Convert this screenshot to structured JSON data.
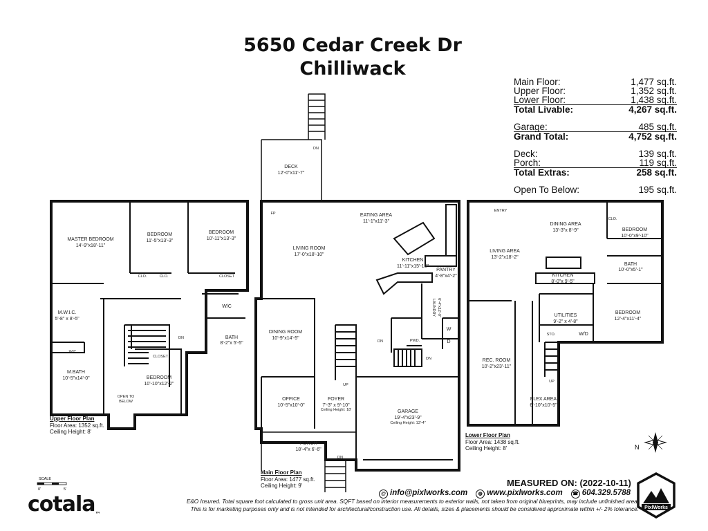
{
  "header": {
    "address": "5650 Cedar Creek Dr",
    "city": "Chilliwack"
  },
  "areas": [
    {
      "label": "Main Floor:",
      "value": "1,477 sq.ft.",
      "total": false
    },
    {
      "label": "Upper Floor:",
      "value": "1,352 sq.ft.",
      "total": false
    },
    {
      "label": "Lower Floor:",
      "value": "1,438 sq.ft.",
      "total": false
    },
    {
      "label": "Total Livable:",
      "value": "4,267 sq.ft.",
      "total": true
    },
    {
      "gap": true
    },
    {
      "label": "Garage:",
      "value": "485 sq.ft.",
      "total": false
    },
    {
      "label": "Grand Total:",
      "value": "4,752 sq.ft.",
      "total": true
    },
    {
      "gap": true
    },
    {
      "label": "Deck:",
      "value": "139 sq.ft.",
      "total": false
    },
    {
      "label": "Porch:",
      "value": "119 sq.ft.",
      "total": false
    },
    {
      "label": "Total Extras:",
      "value": "258 sq.ft.",
      "total": true
    },
    {
      "gap": true
    },
    {
      "label": "Open To Below:",
      "value": "195 sq.ft.",
      "total": false
    }
  ],
  "upper": {
    "rooms": {
      "master": [
        "MASTER BEDROOM",
        "14'-9\"x18'-11\""
      ],
      "bed1": [
        "BEDROOM",
        "11'-5\"x13'-3\""
      ],
      "bed2": [
        "BEDROOM",
        "10'-11\"x13'-3\""
      ],
      "bed3": [
        "BEDROOM",
        "10'-10\"x12'-2\""
      ],
      "wic": [
        "M.W.I.C.",
        "5'-8\" x 8'-5\""
      ],
      "mbath": [
        "M.BATH",
        "10'-5\"x14'-0\""
      ],
      "bath": [
        "BATH",
        "8'-2\"x 5'-5\""
      ],
      "open": [
        "OPEN TO",
        "BELOW"
      ]
    },
    "labels": {
      "clo1": "CLO.",
      "clo2": "CLO.",
      "closet1": "CLOSET",
      "closet2": "CLOSET",
      "wc1": "W/C",
      "wc2": "W/C",
      "dn": "DN"
    },
    "caption": [
      "Upper Floor Plan",
      "Floor Area: 1352 sq.ft.",
      "Ceiling Height: 8'"
    ]
  },
  "main": {
    "rooms": {
      "deck": [
        "DECK",
        "12'-0\"x11'-7\""
      ],
      "eating": [
        "EATING AREA",
        "11'-1\"x11'-3\""
      ],
      "living": [
        "LIVING ROOM",
        "17'-0\"x18'-10\""
      ],
      "kitchen": [
        "KITCHEN",
        "11'-11\"x15'-10\""
      ],
      "pantry": [
        "PANTRY",
        "4'-8\"x4'-2\""
      ],
      "laundry": [
        "LAUNDRY",
        "6'-4\"x12'-0\""
      ],
      "dining": [
        "DINING ROOM",
        "10'-9\"x14'-5\""
      ],
      "office": [
        "OFFICE",
        "10'-5\"x10'-0\""
      ],
      "foyer": [
        "FOYER",
        "7'-3\" x 9'-10\"",
        "Ceiling Height: 18'"
      ],
      "garage": [
        "GARAGE",
        "19'-4\"x23'-9\"",
        "Ceiling Height: 13'-4\""
      ],
      "porch": [
        "PORCH",
        "18'-4\"x 6'-6\""
      ]
    },
    "labels": {
      "fp": "FP",
      "pwd": "PWD.",
      "w": "W",
      "d": "D",
      "dn1": "DN",
      "dn2": "DN",
      "dn3": "DN",
      "dn4": "DN",
      "up": "UP"
    },
    "caption": [
      "Main Floor Plan",
      "Floor Area: 1477 sq.ft.",
      "Ceiling Height: 9'"
    ]
  },
  "lower": {
    "rooms": {
      "entry": [
        "ENTRY"
      ],
      "dining": [
        "DINING AREA",
        "13'-3\"x 8'-9\""
      ],
      "living": [
        "LIVING AREA",
        "13'-2\"x18'-2\""
      ],
      "kitchen": [
        "KITCHEN",
        "8'-0\"x 9'-5\""
      ],
      "bed1": [
        "BEDROOM",
        "10'-0\"x9'-10\""
      ],
      "bath": [
        "BATH",
        "10'-0\"x5'-1\""
      ],
      "utilities": [
        "UTILITIES",
        "9'-2\" x 4'-8\""
      ],
      "bed2": [
        "BEDROOM",
        "12'-4\"x11'-4\""
      ],
      "rec": [
        "REC. ROOM",
        "10'-2\"x23'-11\""
      ],
      "flex": [
        "FLEX AREA",
        "6'-10\"x10'-5\""
      ]
    },
    "labels": {
      "clo": "CLO.",
      "sto": "STO.",
      "wd": "W/D",
      "up": "UP"
    },
    "caption": [
      "Lower Floor Plan",
      "Floor Area: 1438 sq.ft.",
      "Ceiling Height: 8'"
    ]
  },
  "scale": {
    "label": "SCALE",
    "min": "0'",
    "max": "5'"
  },
  "compass": "N",
  "footer": {
    "measured": "MEASURED ON: (2022-10-11)",
    "email": "info@pixlworks.com",
    "web": "www.pixlworks.com",
    "phone": "604.329.5788",
    "disclaimer1": "E&O Insured.  Total square foot calculated to gross unit area. SQFT based on interior measurements to exterior walls, not taken from original blueprints, may include unfinished area.",
    "disclaimer2": "This is for marketing purposes only and is not intended for architectural/construction use.  All details, sizes & placements should be considered approximate within +/- 2%  tolerance.",
    "brand": "cotala",
    "logo_text": "PixlWorks"
  }
}
